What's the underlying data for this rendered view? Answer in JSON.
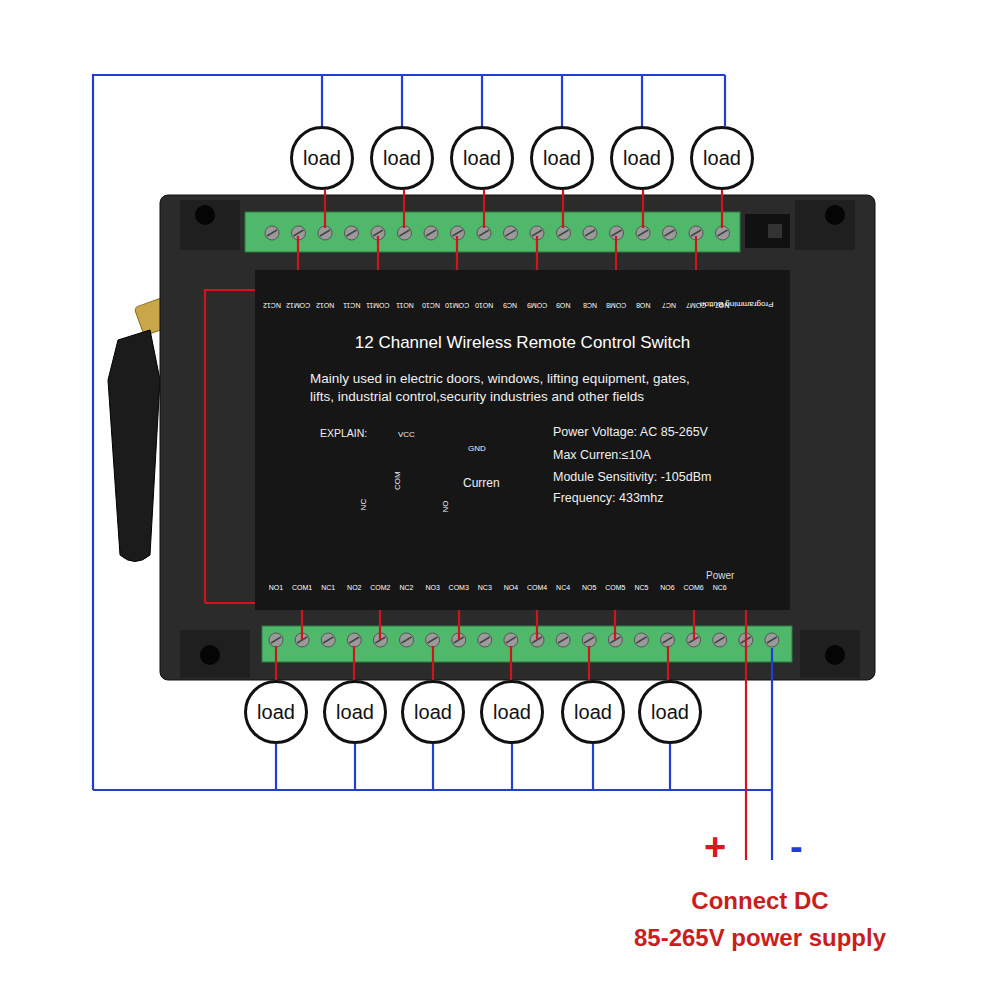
{
  "diagram": {
    "nodes": [
      {
        "text": [
          "12 Channel Wireless Remote  Control Switch",
          "Mainly used in electric doors, windows, lifting equipment, gates, lifts, industrial control,security industries and other fields",
          "Power Voltage: AC 85-265V",
          "Max Curren:≤10A",
          "Module Sensitivity: -105dBm",
          "Frequency: 433mhz"
        ]
      },
      {
        "text": [
          "load"
        ]
      },
      {
        "text": [
          "load"
        ]
      },
      {
        "text": [
          "load"
        ]
      },
      {
        "text": [
          "load"
        ]
      },
      {
        "text": [
          "load"
        ]
      },
      {
        "text": [
          "load"
        ]
      },
      {
        "text": [
          "load"
        ]
      },
      {
        "text": [
          "load"
        ]
      },
      {
        "text": [
          "load"
        ]
      },
      {
        "text": [
          "load"
        ]
      },
      {
        "text": [
          "load"
        ]
      },
      {
        "text": [
          "load"
        ]
      }
    ],
    "labels": [
      "NC12",
      "COM12",
      "NO12",
      "NC11",
      "COM11",
      "NO11",
      "NC10",
      "COM10",
      "NO10",
      "NC9",
      "COM9",
      "NO9",
      "NC8",
      "COM8",
      "NO8",
      "NC7",
      "COM7",
      "NO7",
      "Programming Button",
      "NO1",
      "COM1",
      "NC1",
      "NO2",
      "COM2",
      "NC2",
      "NO3",
      "COM3",
      "NC3",
      "NO4",
      "COM4",
      "NC4",
      "NO5",
      "COM5",
      "NC5",
      "NO6",
      "COM6",
      "NC6",
      "Power",
      "EXPLAIN:",
      "VCC",
      "GND",
      "Curren",
      "NC",
      "COM",
      "NO",
      "+",
      "-",
      "Connect DC",
      "85-265V power supply"
    ]
  }
}
